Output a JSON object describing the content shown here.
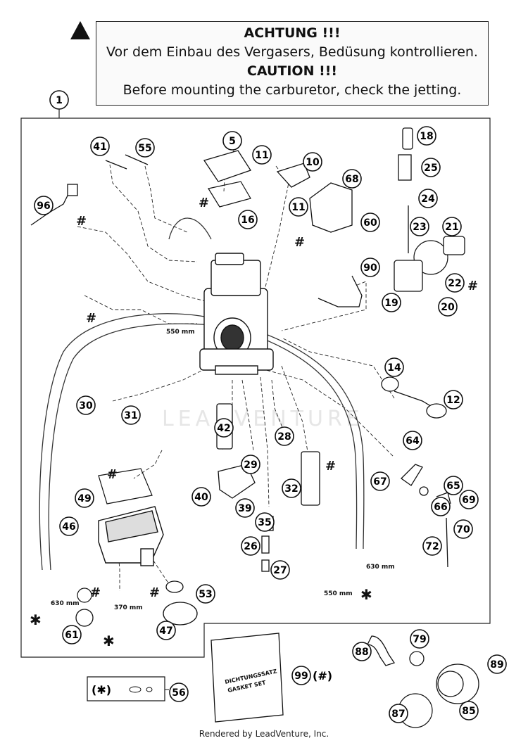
{
  "warning": {
    "title_de": "ACHTUNG !!!",
    "text_de": "Vor dem Einbau des Vergasers, Bedüsung kontrollieren.",
    "title_en": "CAUTION !!!",
    "text_en": "Before mounting the carburetor, check the jetting."
  },
  "watermark": "LEADVENTURE",
  "footer": "Rendered by LeadVenture, Inc.",
  "gasket_set": {
    "line1": "DICHTUNGSSATZ",
    "line2": "GASKET SET",
    "suffix": "(#)"
  },
  "legend_star": "(✱)",
  "dimensions": [
    "550 mm",
    "630 mm",
    "370 mm",
    "630 mm",
    "550 mm"
  ],
  "symbols": {
    "hash": "#",
    "star": "✱"
  },
  "callouts": [
    {
      "label": "1"
    },
    {
      "label": "41"
    },
    {
      "label": "55"
    },
    {
      "label": "5"
    },
    {
      "label": "11"
    },
    {
      "label": "10"
    },
    {
      "label": "18"
    },
    {
      "label": "25"
    },
    {
      "label": "96"
    },
    {
      "label": "68"
    },
    {
      "label": "11"
    },
    {
      "label": "24"
    },
    {
      "label": "16"
    },
    {
      "label": "60"
    },
    {
      "label": "23"
    },
    {
      "label": "21"
    },
    {
      "label": "90"
    },
    {
      "label": "22"
    },
    {
      "label": "19"
    },
    {
      "label": "20"
    },
    {
      "label": "14"
    },
    {
      "label": "12"
    },
    {
      "label": "30"
    },
    {
      "label": "31"
    },
    {
      "label": "42"
    },
    {
      "label": "28"
    },
    {
      "label": "64"
    },
    {
      "label": "29"
    },
    {
      "label": "32"
    },
    {
      "label": "67"
    },
    {
      "label": "65"
    },
    {
      "label": "49"
    },
    {
      "label": "40"
    },
    {
      "label": "39"
    },
    {
      "label": "66"
    },
    {
      "label": "69"
    },
    {
      "label": "46"
    },
    {
      "label": "35"
    },
    {
      "label": "70"
    },
    {
      "label": "26"
    },
    {
      "label": "72"
    },
    {
      "label": "27"
    },
    {
      "label": "53"
    },
    {
      "label": "61"
    },
    {
      "label": "47"
    },
    {
      "label": "88"
    },
    {
      "label": "79"
    },
    {
      "label": "99"
    },
    {
      "label": "89"
    },
    {
      "label": "56"
    },
    {
      "label": "87"
    },
    {
      "label": "85"
    }
  ]
}
